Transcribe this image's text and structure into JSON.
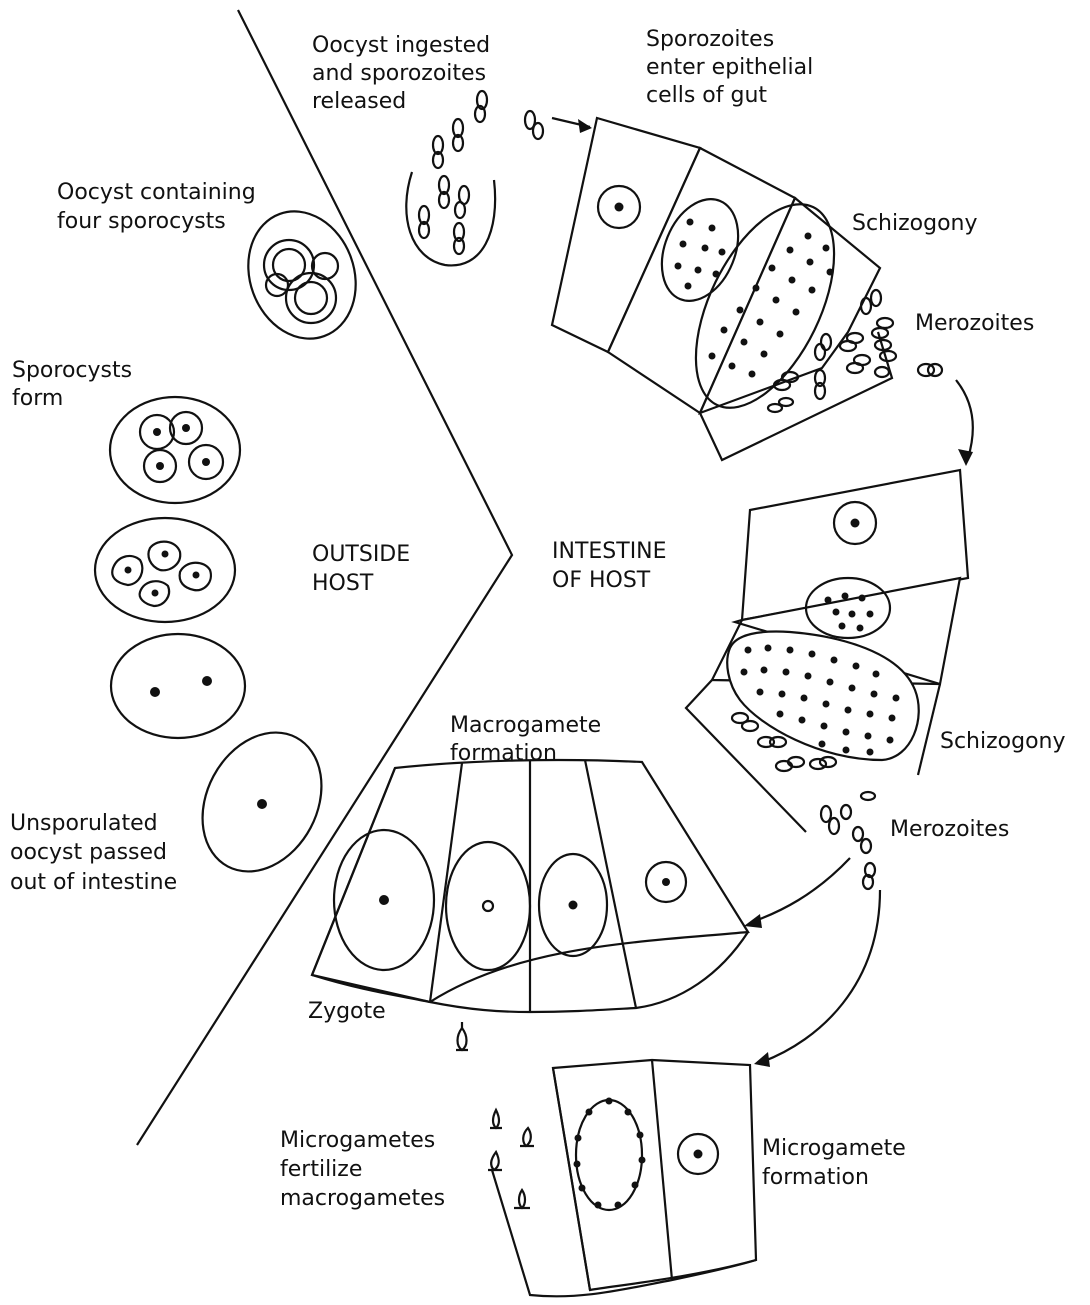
{
  "labels": {
    "oocyst_ingested": [
      "Oocyst ingested",
      "and sporozoites",
      "released"
    ],
    "sporozoites_enter": [
      "Sporozoites",
      "enter epithelial",
      "cells of gut"
    ],
    "oocyst_four": [
      "Oocyst containing",
      "four sporocysts"
    ],
    "schizogony_1": "Schizogony",
    "merozoites_1": "Merozoites",
    "sporocysts_form": [
      "Sporocysts",
      "form"
    ],
    "outside_host": [
      "OUTSIDE",
      "HOST"
    ],
    "intestine_host": [
      "INTESTINE",
      "OF HOST"
    ],
    "macrogamete_formation": [
      "Macrogamete",
      "formation"
    ],
    "schizogony_2": "Schizogony",
    "merozoites_2": "Merozoites",
    "unsporulated": [
      "Unsporulated",
      "oocyst passed",
      "out of intestine"
    ],
    "zygote": "Zygote",
    "microgametes_fertilize": [
      "Microgametes",
      "fertilize",
      "macrogametes"
    ],
    "microgamete_formation": [
      "Microgamete",
      "formation"
    ]
  }
}
